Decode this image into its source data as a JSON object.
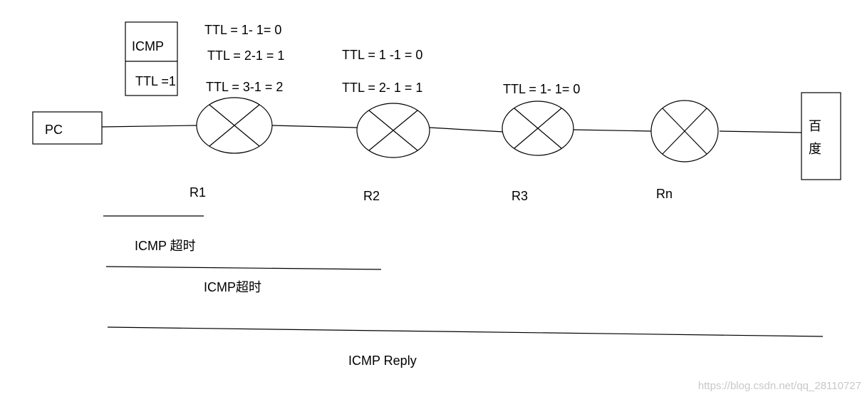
{
  "packet": {
    "protocol": "ICMP",
    "ttl": "TTL =1"
  },
  "endpoints": {
    "source": "PC",
    "destination_line1": "百",
    "destination_line2": "度"
  },
  "routers": [
    {
      "label": "R1"
    },
    {
      "label": "R2"
    },
    {
      "label": "R3"
    },
    {
      "label": "Rn"
    }
  ],
  "ttl_notes": {
    "r1": [
      "TTL = 1- 1= 0",
      "TTL = 2-1 = 1",
      "TTL = 3-1 = 2"
    ],
    "r2": [
      "TTL = 1 -1 = 0",
      "TTL = 2- 1 = 1"
    ],
    "r3": [
      "TTL = 1- 1= 0"
    ]
  },
  "responses": [
    "ICMP 超时",
    "ICMP超时",
    "ICMP Reply"
  ],
  "watermark": "https://blog.csdn.net/qq_28110727",
  "colors": {
    "line": "#000000",
    "background": "#ffffff",
    "watermark": "#c8c8c8"
  }
}
